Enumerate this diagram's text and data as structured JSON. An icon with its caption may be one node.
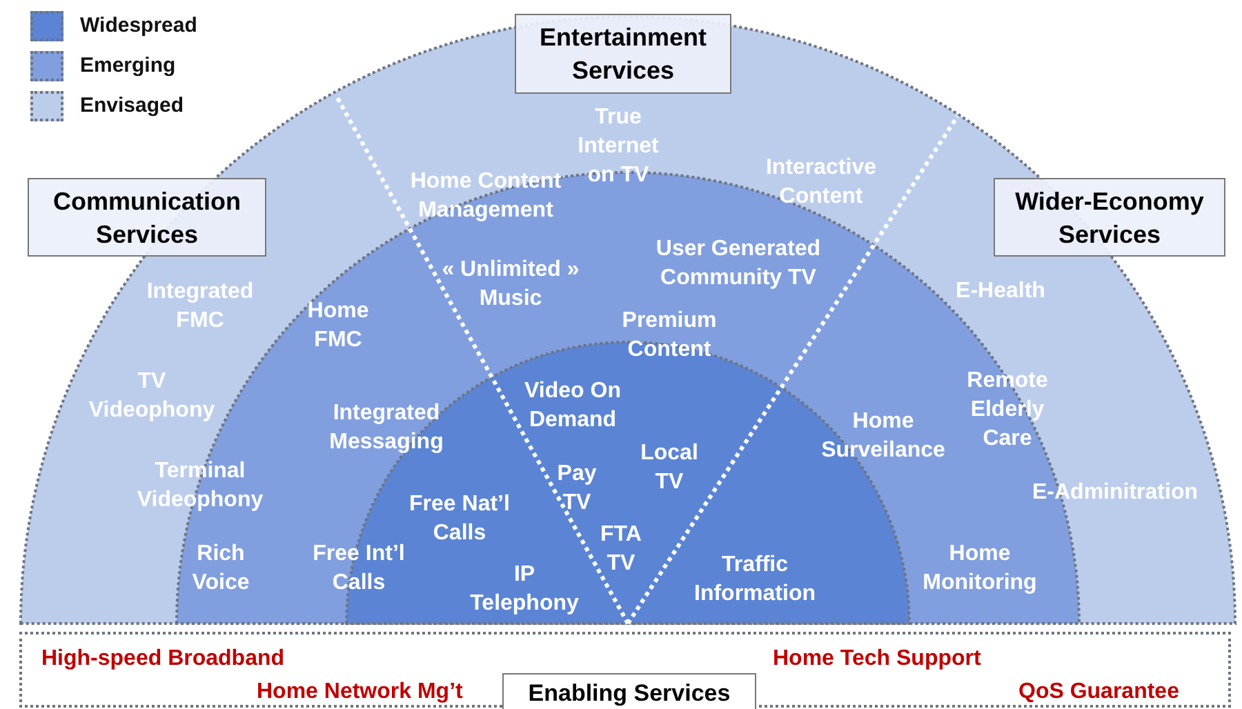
{
  "diagram": {
    "nodes": [
      {
        "text": [
          "Entertainment Services"
        ]
      },
      {
        "text": [
          "Communication Services"
        ]
      },
      {
        "text": [
          "Wider-Economy Services"
        ]
      },
      {
        "text": [
          "High-speed Broadband",
          "Home Network Mg’t",
          "Home Tech Support",
          "QoS Guarantee"
        ]
      },
      {
        "text": [
          "Enabling Services"
        ],
        "in": 3
      }
    ],
    "edges": [],
    "labels": [
      "True Internet on TV",
      "Home Content Management",
      "Interactive Content",
      "Integrated FMC",
      "Home FMC",
      "« Unlimited » Music",
      "User Generated Community TV",
      "Premium Content",
      "E-Health",
      "TV Videophony",
      "Remote Elderly Care",
      "Integrated Messaging",
      "Video On Demand",
      "Home Surveilance",
      "Terminal Videophony",
      "Pay TV",
      "Local TV",
      "E-Adminitration",
      "Free Nat’l Calls",
      "FTA TV",
      "Rich Voice",
      "Free Int’l Calls",
      "Traffic Information",
      "Home Monitoring",
      "IP Telephony"
    ],
    "legend": [
      {
        "text": "Widespread",
        "color": "#5b84d4"
      },
      {
        "text": "Emerging",
        "color": "#819fdf"
      },
      {
        "text": "Envisaged",
        "color": "#bccdec"
      }
    ]
  }
}
